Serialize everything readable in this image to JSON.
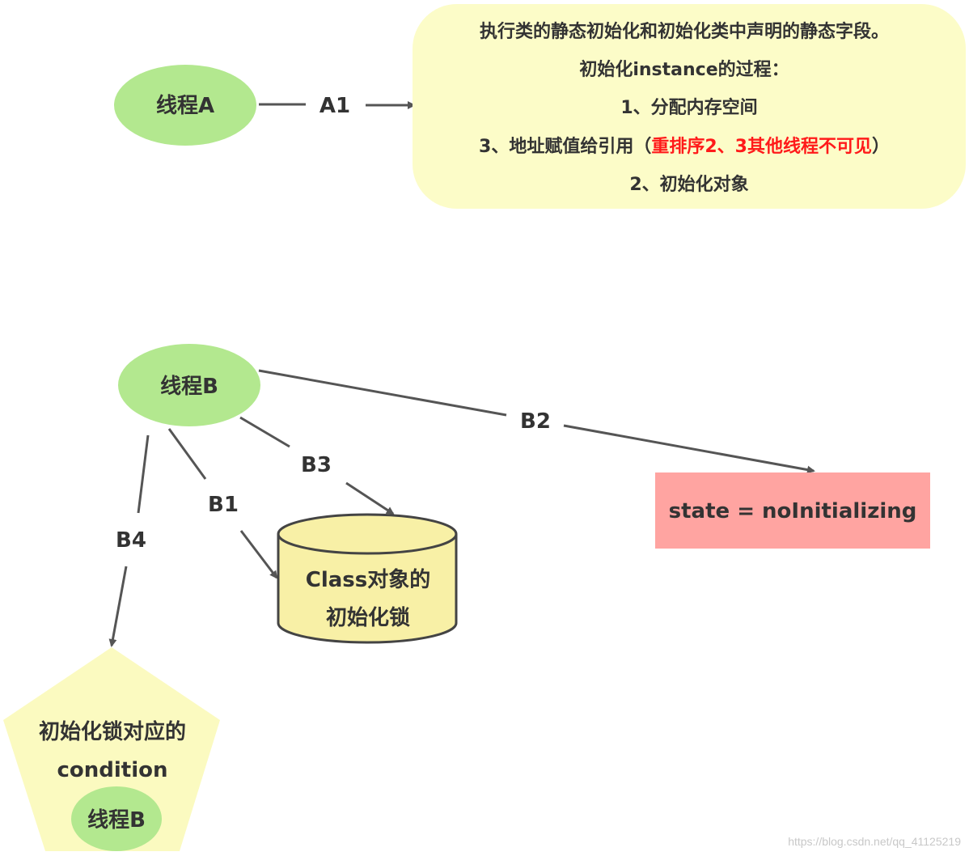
{
  "thread_a": {
    "label": "线程A",
    "arrow_a1": "A1",
    "note": {
      "line1": "执行类的静态初始化和初始化类中声明的静态字段。",
      "line2": "初始化instance的过程：",
      "line3": "1、分配内存空间",
      "line4_prefix": "3、地址赋值给引用（",
      "line4_highlight": "重排序2、3其他线程不可见",
      "line4_suffix": "）",
      "line5": "2、初始化对象"
    }
  },
  "thread_b": {
    "label": "线程B",
    "arrow_b1": "B1",
    "arrow_b2": "B2",
    "arrow_b3": "B3",
    "arrow_b4": "B4",
    "lock": {
      "line1": "Class对象的",
      "line2": "初始化锁"
    },
    "state_box": "state = noInitializing",
    "condition": {
      "line1": "初始化锁对应的",
      "line2": "condition",
      "waiting_thread": "线程B"
    }
  },
  "watermark": "https://blog.csdn.net/qq_41125219",
  "colors": {
    "thread_fill": "#b3e88f",
    "note_fill": "#fcfcc8",
    "cylinder_fill": "#f8f0a6",
    "state_fill": "#ffa4a1",
    "condition_fill": "#fbfac0",
    "arrow": "#555555",
    "text": "#333333",
    "highlight": "#ff1a1a"
  }
}
